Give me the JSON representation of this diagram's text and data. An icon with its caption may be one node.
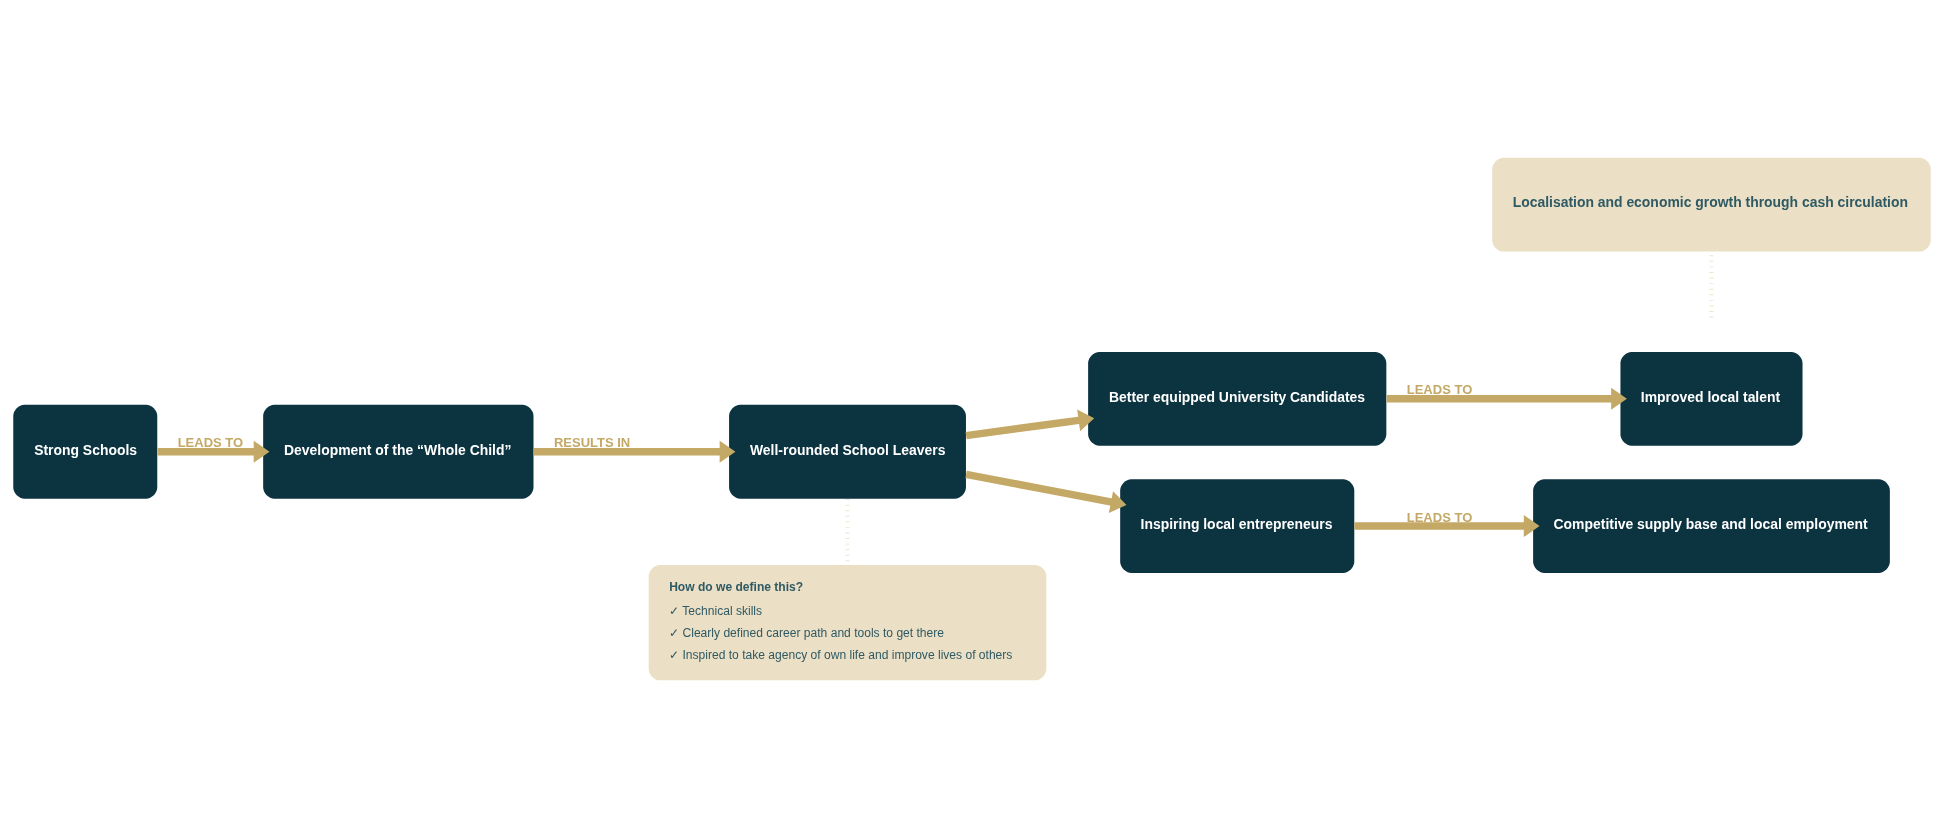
{
  "diagram": {
    "nodes": [
      {
        "text": [
          "Strong Schools"
        ]
      },
      {
        "text": [
          "Development of the “Whole Child”"
        ]
      },
      {
        "text": [
          "Well-rounded School Leavers"
        ]
      },
      {
        "text": [
          "Better equipped University Candidates"
        ]
      },
      {
        "text": [
          "Improved local talent"
        ]
      },
      {
        "text": [
          "Inspiring local entrepreneurs"
        ]
      },
      {
        "text": [
          "Competitive supply base and local employment"
        ]
      },
      {
        "text": [
          "How do we define this?",
          "✓ Technical skills",
          "✓ Clearly defined career path and tools to get there",
          "✓ Inspired to take agency of own life and improve lives of others"
        ]
      },
      {
        "text": [
          "Localisation and economic growth through cash circulation"
        ]
      }
    ],
    "edges": [
      {
        "from": 0,
        "to": 1,
        "arrow": "to",
        "label": "LEADS TO"
      },
      {
        "from": 1,
        "to": 2,
        "arrow": "to",
        "label": "RESULTS IN"
      },
      {
        "from": 2,
        "to": 3,
        "arrow": "to"
      },
      {
        "from": 2,
        "to": 5,
        "arrow": "to"
      },
      {
        "from": 3,
        "to": 4,
        "arrow": "to",
        "label": "LEADS TO"
      },
      {
        "from": 5,
        "to": 6,
        "arrow": "to",
        "label": "LEADS TO"
      },
      {
        "from": 2,
        "to": 7,
        "arrow": "none",
        "style": "dashed",
        "color": "#efe3c8"
      },
      {
        "from": null,
        "to": 8,
        "arrow": "none",
        "style": "dashed",
        "color": "#efe3c8"
      }
    ]
  }
}
